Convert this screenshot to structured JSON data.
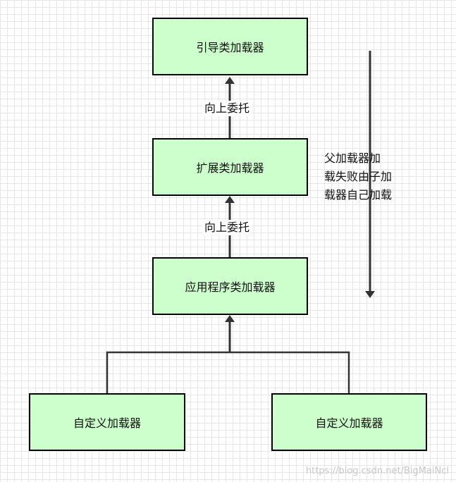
{
  "nodes": {
    "bootstrap": "引导类加载器",
    "extension": "扩展类加载器",
    "application": "应用程序类加载器",
    "custom_left": "自定义加载器",
    "custom_right": "自定义加载器"
  },
  "edges": {
    "upper_label": "向上委托",
    "lower_label": "向上委托"
  },
  "note": {
    "lines": [
      "父加载器加",
      "载失败由子加",
      "载器自己加载"
    ]
  },
  "watermark": "https://blog.csdn.net/BigMaiNcl",
  "colors": {
    "box_fill": "#ccffcc",
    "box_border": "#000000",
    "arrow": "#333333",
    "grid": "#e6e6e6"
  }
}
